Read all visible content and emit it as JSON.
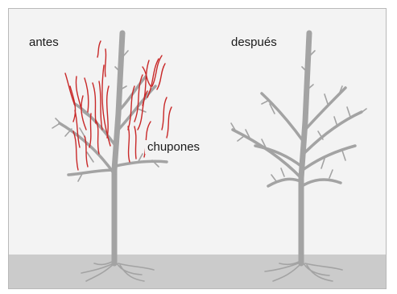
{
  "labels": {
    "before": "antes",
    "after": "después",
    "suckers": "chupones"
  },
  "colors": {
    "background": "#f3f3f3",
    "ground": "#cbcbcb",
    "branch": "#a3a3a3",
    "sucker": "#c82828",
    "text": "#1a1a1a"
  },
  "icons": {
    "tree_before": "pruning-before-tree-icon",
    "tree_after": "pruning-after-tree-icon"
  }
}
